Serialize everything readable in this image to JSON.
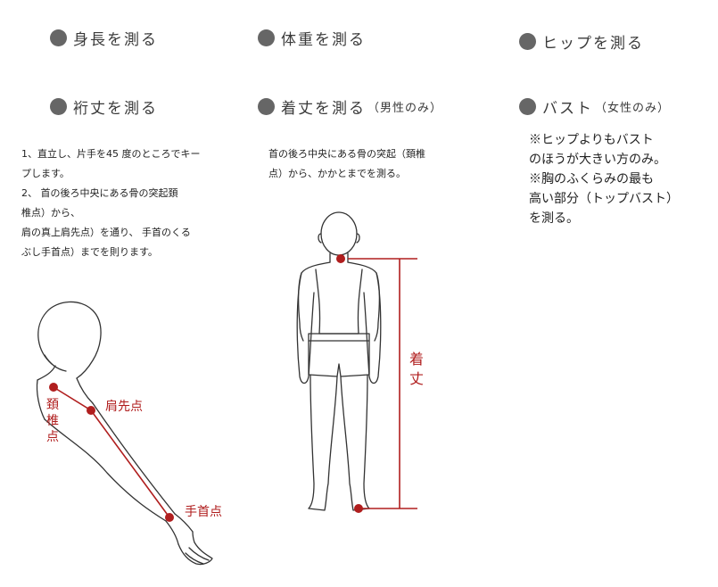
{
  "headings": {
    "height": "身長を測る",
    "weight": "体重を測る",
    "hip": "ヒップを測る",
    "sleeve": "裄丈を測る",
    "length": "着丈を測る",
    "length_note": "（男性のみ）",
    "bust": "バスト",
    "bust_note": "（女性のみ）"
  },
  "sleeve_text": {
    "line1": "1、直立し、片手を45 度のところでキー",
    "line2": "プします。",
    "line3": "2、 首の後ろ中央にある骨の突起頚",
    "line4": "椎点）から、",
    "line5": "肩の真上肩先点）を通り、 手首のくる",
    "line6": "ぶし手首点）までを則ります。"
  },
  "length_text": {
    "line1": "首の後ろ中央にある骨の突起（頚椎",
    "line2": "点）から、かかとまでを測る。"
  },
  "bust_text": {
    "line1": "※ヒップよりもバスト",
    "line2": "のほうが大きい方のみ。",
    "line3": "※胸のふくらみの最も",
    "line4": "高い部分（トップバスト）",
    "line5": "を測る。"
  },
  "diagram_labels": {
    "cervical_1": "頚",
    "cervical_2": "椎",
    "cervical_3": "点",
    "shoulder_point": "肩先点",
    "wrist_point": "手首点",
    "length_1": "着",
    "length_2": "丈"
  },
  "colors": {
    "accent": "#b01e1e",
    "dot": "#666666",
    "outline": "#333333"
  }
}
